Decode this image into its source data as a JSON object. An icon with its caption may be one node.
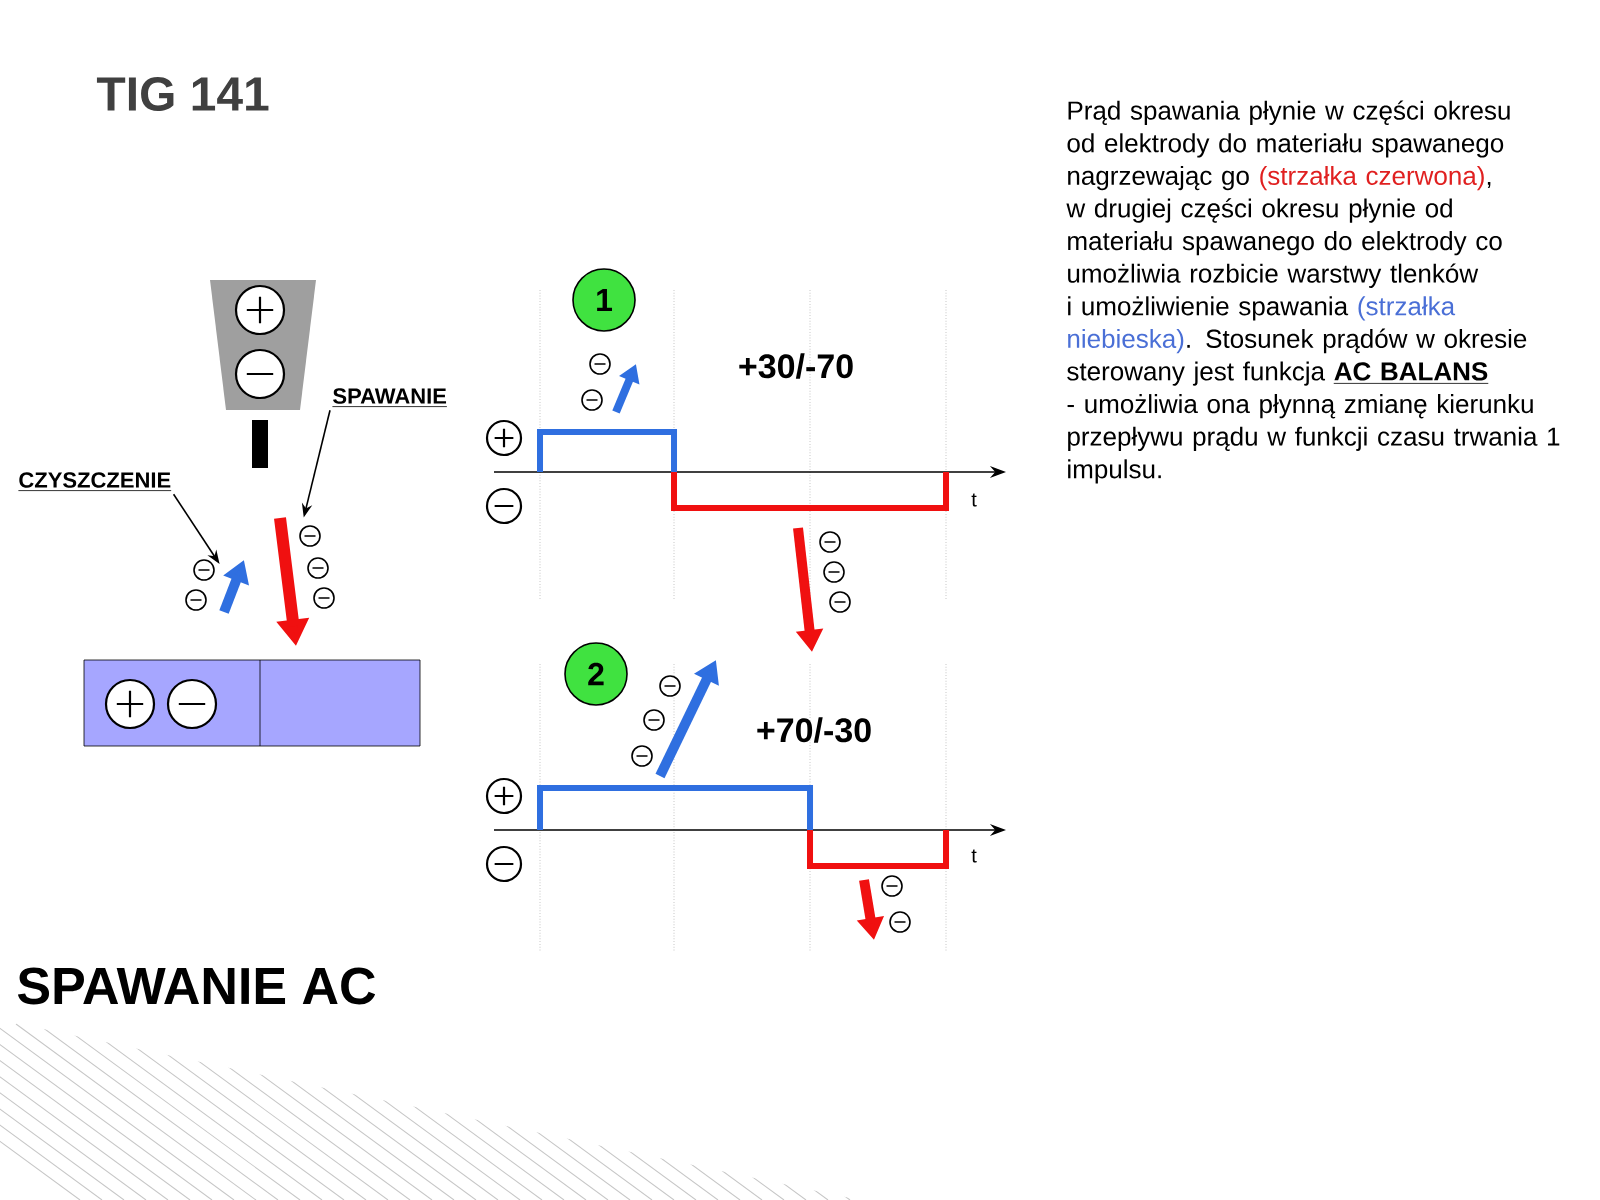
{
  "diagram": {
    "title": "TIG 141",
    "nodes": [
      {
        "text": [
          "SPAWANIE"
        ]
      },
      {
        "text": [
          "CZYSZCZENIE"
        ]
      },
      {
        "text": [],
        "shape": "arrow"
      },
      {
        "text": [],
        "shape": "arrow"
      },
      {
        "text": [
          "1"
        ]
      },
      {
        "text": [
          "2"
        ]
      }
    ],
    "edges": [
      {
        "from": 0,
        "to": 2,
        "arrow": "to"
      },
      {
        "from": 1,
        "to": 3,
        "arrow": "to"
      }
    ],
    "labels": [
      "+30/-70",
      "t",
      "+70/-30",
      "t",
      "SPAWANIE AC",
      "Prąd spawania płynie w części okresu od elektrody do materiału spawanego nagrzewając go",
      "(strzałka czerwona)",
      ",",
      "w drugiej części okresu płynie od materiału spawanego do elektrody co umożliwia rozbicie warstwy tlenków",
      "i umożliwienie spawania",
      "(strzałka niebieska)",
      ". Stosunek prądów w okresie sterowany jest funkcja",
      "AC BALANS",
      "- umożliwia ona płynną zmianę kierunku przepływu prądu w funkcji czasu trwania 1 impulsu."
    ]
  }
}
